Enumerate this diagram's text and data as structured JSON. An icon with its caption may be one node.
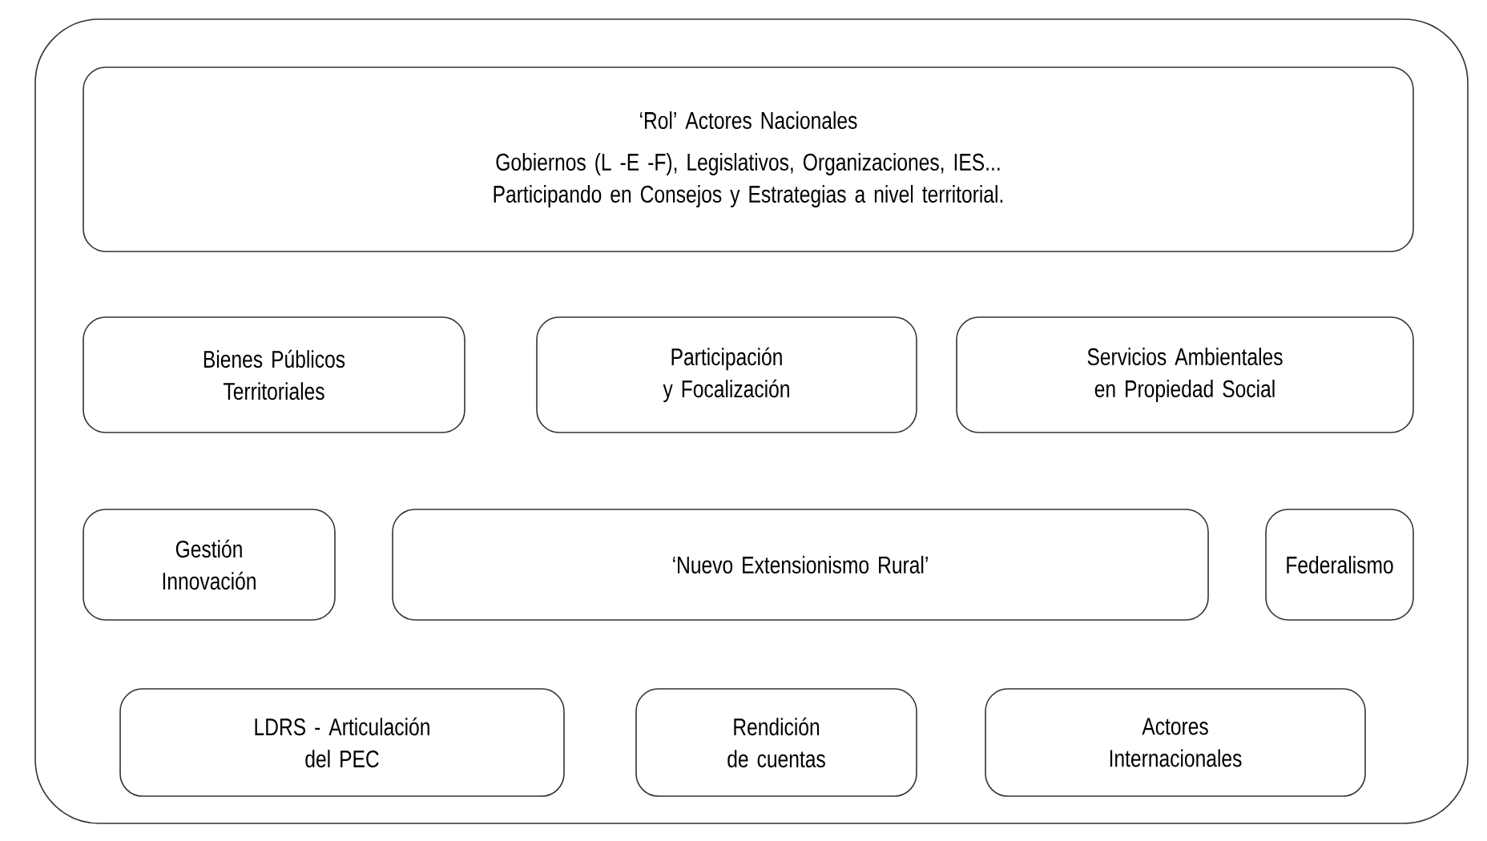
{
  "diagram": {
    "nodes": [
      {
        "text": [],
        "shape": "box"
      },
      {
        "text": [
          "‘Rol’ Actores Nacionales",
          "Gobiernos (L -E -F), Legislativos, Organizaciones, IES... Participando en Consejos y Estrategias a nivel territorial."
        ],
        "in": 0
      },
      {
        "text": [
          "Bienes Públicos Territoriales"
        ],
        "in": 0
      },
      {
        "text": [
          "Participación y Focalización"
        ],
        "in": 0
      },
      {
        "text": [
          "Servicios Ambientales en Propiedad Social"
        ],
        "in": 0
      },
      {
        "text": [
          "Gestión Innovación"
        ],
        "in": 0
      },
      {
        "text": [
          "‘Nuevo Extensionismo Rural’"
        ],
        "in": 0
      },
      {
        "text": [
          "Federalismo"
        ],
        "in": 0
      },
      {
        "text": [
          "LDRS - Articulación del PEC"
        ],
        "in": 0
      },
      {
        "text": [
          "Rendición de cuentas"
        ],
        "in": 0
      },
      {
        "text": [
          "Actores Internacionales"
        ],
        "in": 0
      }
    ]
  }
}
